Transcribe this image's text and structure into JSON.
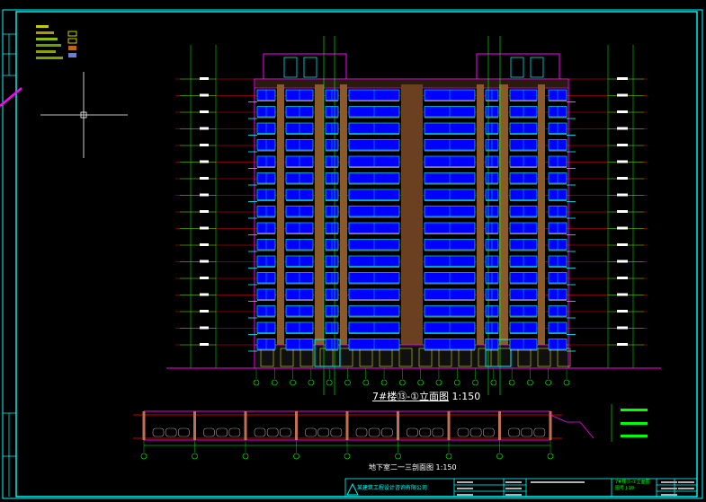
{
  "drawing": {
    "background": "#000000",
    "frame_color": "#00ffff",
    "elevation_title": "7#楼⑬-①立面图",
    "elevation_scale": "1:150",
    "plan_title": "地下室二一三剖面图 1:150",
    "titleblock_company": "某建筑工程设计咨询有限公司",
    "titleblock_sheet_1": "7#楼⑬-①立面图",
    "titleblock_sheet_2": "图号 J-10",
    "palette": {
      "building_outline": "#ff00ff",
      "window_glass": "#0000ff",
      "window_frame": "#00ffff",
      "floor_lines": "#ff0000",
      "core_wall": "#8b5a2b",
      "axis_lines": "#00ff00",
      "annotations": "#ffffff",
      "balcony_rail": "#ffff00"
    },
    "floors": 16,
    "axis_markers": 18,
    "basement_bays": 8
  }
}
